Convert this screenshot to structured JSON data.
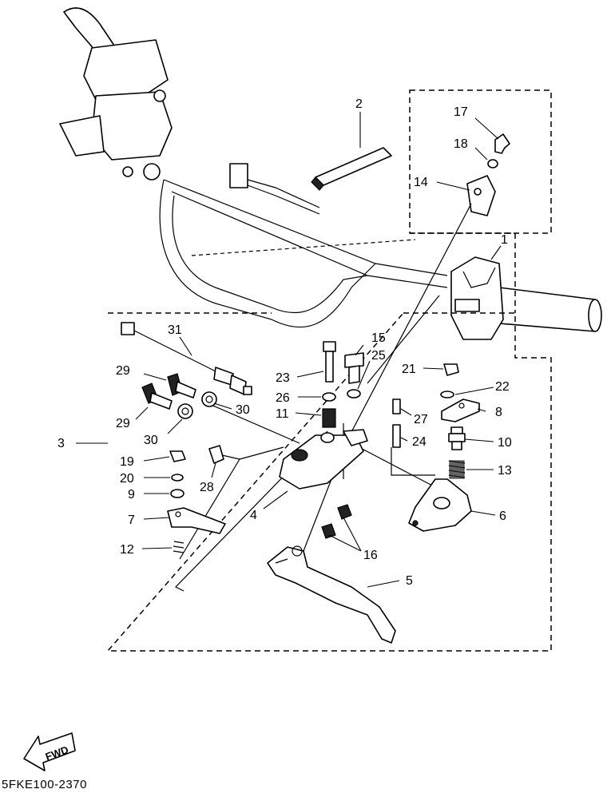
{
  "diagram": {
    "callouts": [
      "1",
      "2",
      "3",
      "4",
      "5",
      "6",
      "7",
      "8",
      "9",
      "10",
      "11",
      "12",
      "13",
      "14",
      "15",
      "16",
      "17",
      "18",
      "19",
      "20",
      "21",
      "22",
      "23",
      "24",
      "25",
      "26",
      "27",
      "28",
      "29",
      "29",
      "30",
      "30",
      "31"
    ],
    "fwd_label": "FWD",
    "drawing_code": "5FKE100-2370"
  }
}
